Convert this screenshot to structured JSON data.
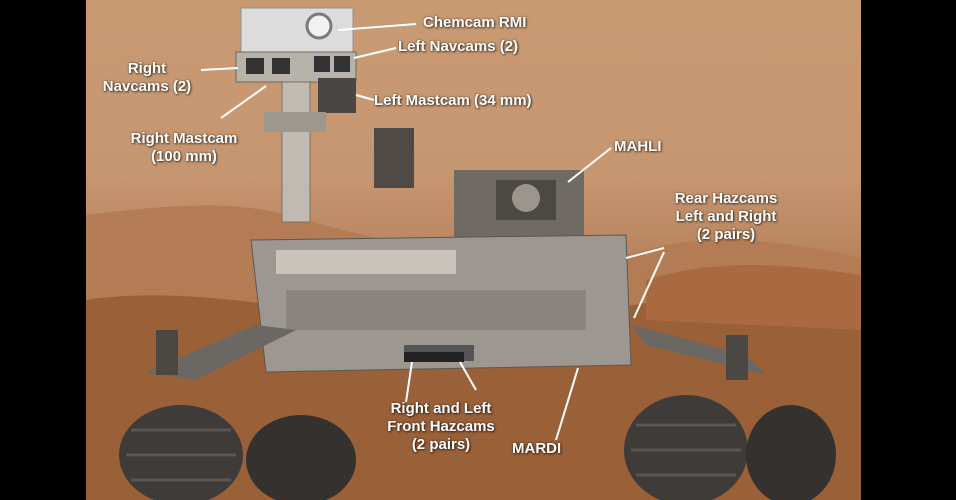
{
  "labels": {
    "chemcam_rmi": "Chemcam RMI",
    "left_navcams": "Left Navcams (2)",
    "right_navcams_1": "Right",
    "right_navcams_2": "Navcams (2)",
    "left_mastcam": "Left Mastcam (34 mm)",
    "right_mastcam_1": "Right Mastcam",
    "right_mastcam_2": "(100 mm)",
    "mahli": "MAHLI",
    "rear_hazcams_1": "Rear Hazcams",
    "rear_hazcams_2": "Left and Right",
    "rear_hazcams_3": "(2 pairs)",
    "front_hazcams_1": "Right and Left",
    "front_hazcams_2": "Front Hazcams",
    "front_hazcams_3": "(2 pairs)",
    "mardi": "MARDI"
  },
  "colors": {
    "sky": "#c69670",
    "terrain": "#9a6038",
    "rover_body": "#9c9790",
    "wheel": "#3e3b38",
    "label_text": "#ffffff"
  }
}
